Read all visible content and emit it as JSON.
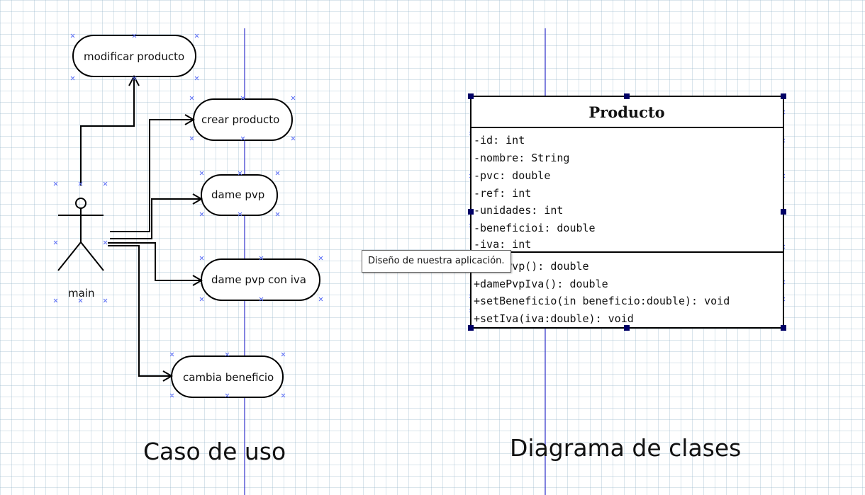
{
  "use_case": {
    "actor": "main",
    "cases": [
      "modificar producto",
      "crear producto",
      "dame pvp",
      "dame pvp con iva",
      "cambia beneficio"
    ],
    "caption": "Caso de uso"
  },
  "class_diagram": {
    "class_name": "Producto",
    "attributes": [
      "-id: int",
      "-nombre: String",
      "-pvc: double",
      "-ref: int",
      "-unidades: int",
      "-beneficioi: double",
      "-iva: int"
    ],
    "operations": [
      "+damePvp(): double",
      "+damePvpIva(): double",
      "+setBeneficio(in beneficio:double): void",
      "+setIva(iva:double): void"
    ],
    "caption": "Diagrama de clases"
  },
  "tooltip": "Diseño de nuestra aplicación.",
  "colors": {
    "page_divider": "#3333cc",
    "selection_handle": "#000066",
    "marker": "#5b6ef5"
  }
}
